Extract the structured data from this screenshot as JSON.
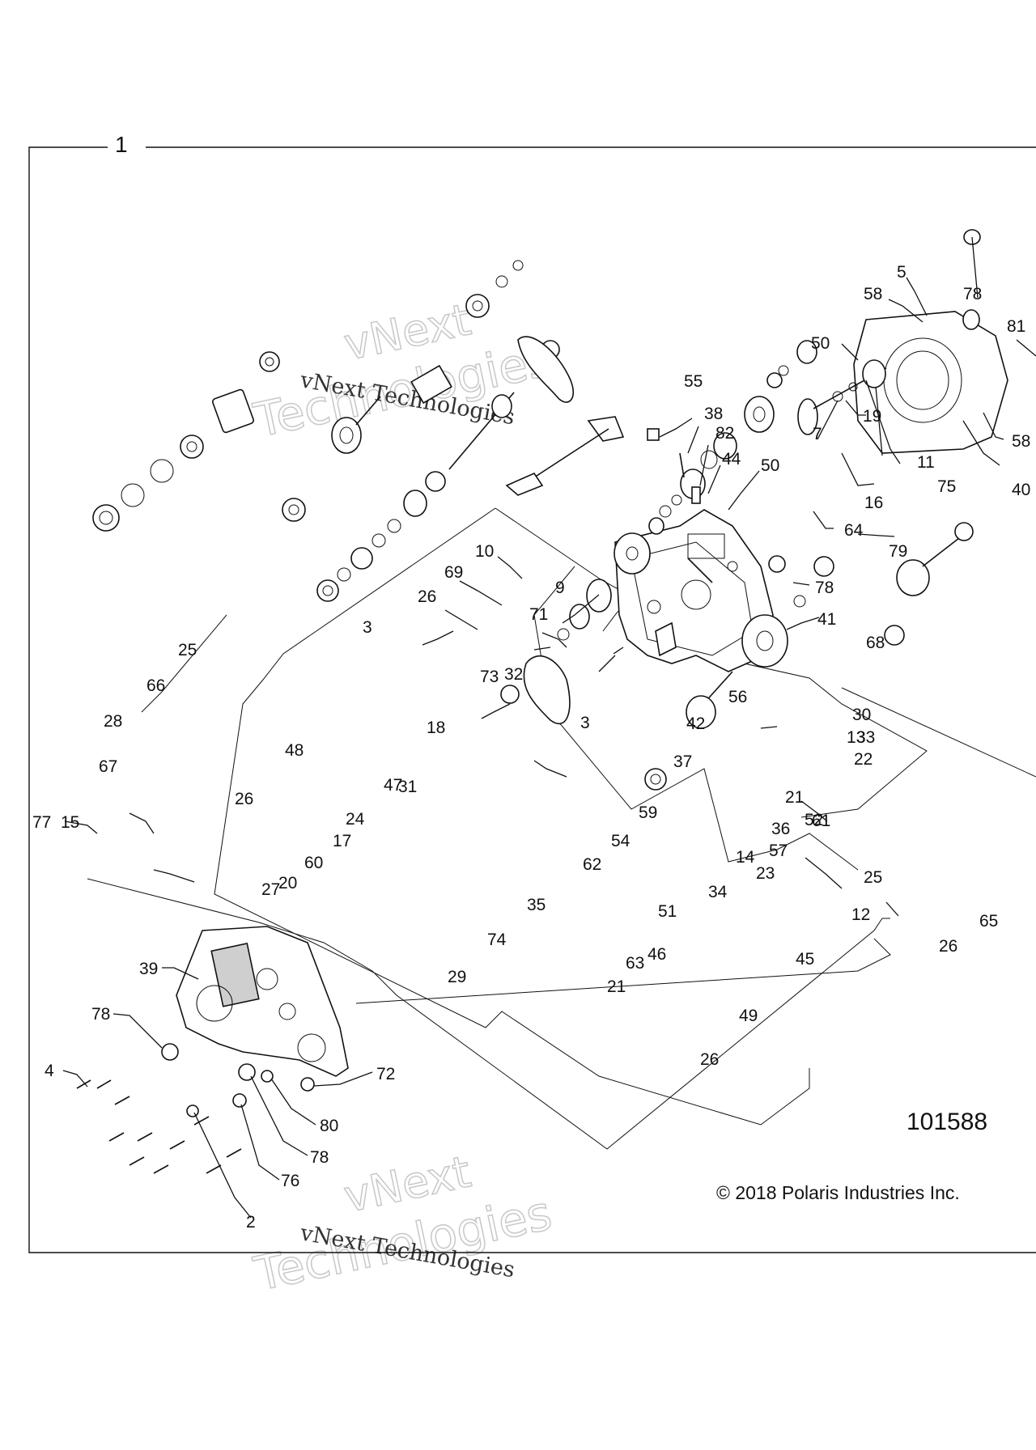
{
  "assembly_number": "1",
  "drawing_number": "101588",
  "copyright": "© 2018 Polaris Industries Inc.",
  "watermark": {
    "line_serif": "vNext Technologies",
    "line_outline_top": "vNext",
    "line_outline_bottom": "Technologies"
  },
  "callouts": [
    "5",
    "58",
    "78",
    "81",
    "50",
    "55",
    "38",
    "82",
    "44",
    "50",
    "19",
    "11",
    "7",
    "75",
    "16",
    "40",
    "58",
    "64",
    "79",
    "10",
    "69",
    "26",
    "9",
    "71",
    "78",
    "41",
    "68",
    "3",
    "32",
    "73",
    "3",
    "25",
    "66",
    "56",
    "42",
    "30",
    "13",
    "37",
    "28",
    "48",
    "18",
    "22",
    "33",
    "31",
    "67",
    "21",
    "52",
    "47",
    "26",
    "24",
    "15",
    "77",
    "17",
    "59",
    "61",
    "36",
    "60",
    "54",
    "57",
    "14",
    "20",
    "62",
    "23",
    "27",
    "35",
    "34",
    "25",
    "51",
    "12",
    "65",
    "26",
    "45",
    "46",
    "74",
    "63",
    "39",
    "29",
    "21",
    "49",
    "78",
    "26",
    "4",
    "72",
    "80",
    "78",
    "76",
    "2"
  ]
}
